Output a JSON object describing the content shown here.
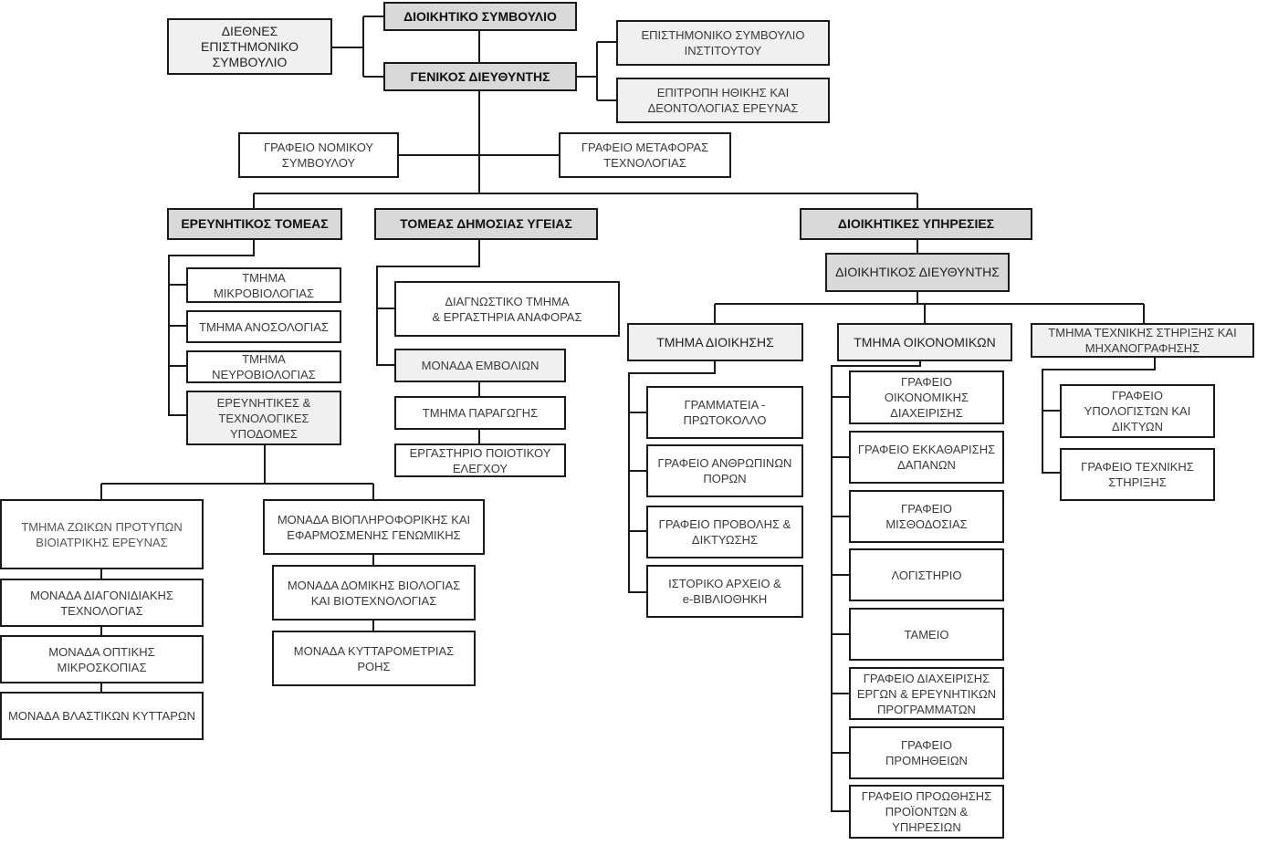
{
  "chart_title": "",
  "nodes": {
    "board": "ΔΙΟΙΚΗΤΙΚΟ ΣΥΜΒΟΥΛΙΟ",
    "intl_council": "ΔΙΕΘΝΕΣ ΕΠΙΣΤΗΜΟΝΙΚΟ\nΣΥΜΒΟΥΛΙΟ",
    "general_director": "ΓΕΝΙΚΟΣ ΔΙΕΥΘΥΝΤΗΣ",
    "scientific_council": "ΕΠΙΣΤΗΜΟΝΙΚΟ ΣΥΜΒΟΥΛΙΟ\nΙΝΣΤΙΤΟΥΤΟΥ",
    "ethics_committee": "ΕΠΙΤΡΟΠΗ ΗΘΙΚΗΣ ΚΑΙ\nΔΕΟΝΤΟΛΟΓΙΑΣ ΕΡΕΥΝΑΣ",
    "legal_office": "ΓΡΑΦΕΙΟ ΝΟΜΙΚΟΥ\nΣΥΜΒΟΥΛΟΥ",
    "tech_transfer": "ΓΡΑΦΕΙΟ ΜΕΤΑΦΟΡΑΣ\nΤΕΧΝΟΛΟΓΙΑΣ",
    "research_sector": "ΕΡΕΥΝΗΤΙΚΟΣ ΤΟΜΕΑΣ",
    "public_health_sector": "ΤΟΜΕΑΣ ΔΗΜΟΣΙΑΣ ΥΓΕΙΑΣ",
    "admin_services": "ΔΙΟΙΚΗΤΙΚΕΣ ΥΠΗΡΕΣΙΕΣ",
    "admin_director": "ΔΙΟΙΚΗΤΙΚΟΣ ΔΙΕΥΘΥΝΤΗΣ"
  },
  "research_sector_children": [
    "ΤΜΗΜΑ\nΜΙΚΡΟΒΙΟΛΟΓΙΑΣ",
    "ΤΜΗΜΑ ΑΝΟΣΟΛΟΓΙΑΣ",
    "ΤΜΗΜΑ\nΝΕΥΡΟΒΙΟΛΟΓΙΑΣ",
    "ΕΡΕΥΝΗΤΙΚΕΣ &\nΤΕΧΝΟΛΟΓΙΚΕΣ\nΥΠΟΔΟΜΕΣ"
  ],
  "infrastructure_left": [
    "ΤΜΗΜΑ ΖΩΙΚΩΝ ΠΡΟΤΥΠΩΝ\nΒΙΟΙΑΤΡΙΚΗΣ ΕΡΕΥΝΑΣ",
    "ΜΟΝΑΔΑ ΔΙΑΓΟΝΙΔΙΑΚΗΣ\nΤΕΧΝΟΛΟΓΙΑΣ",
    "ΜΟΝΑΔΑ ΟΠΤΙΚΗΣ\nΜΙΚΡΟΣΚΟΠΙΑΣ",
    "ΜΟΝΑΔΑ ΒΛΑΣΤΙΚΩΝ ΚΥΤΤΑΡΩΝ"
  ],
  "infrastructure_right": [
    "ΜΟΝΑΔΑ ΒΙΟΠΛΗΡΟΦΟΡΙΚΗΣ ΚΑΙ\nΕΦΑΡΜΟΣΜΕΝΗΣ ΓΕΝΩΜΙΚΗΣ",
    "ΜΟΝΑΔΑ ΔΟΜΙΚΗΣ ΒΙΟΛΟΓΙΑΣ\nΚΑΙ ΒΙΟΤΕΧΝΟΛΟΓΙΑΣ",
    "ΜΟΝΑΔΑ ΚΥΤΤΑΡΟΜΕΤΡΙΑΣ\nΡΟΗΣ"
  ],
  "public_health_children": [
    "ΔΙΑΓΝΩΣΤΙΚΟ ΤΜΗΜΑ\n& ΕΡΓΑΣΤΗΡΙΑ ΑΝΑΦΟΡΑΣ",
    "ΜΟΝΑΔΑ ΕΜΒΟΛΙΩΝ"
  ],
  "vaccine_unit_children": [
    "ΤΜΗΜΑ ΠΑΡΑΓΩΓΗΣ",
    "ΕΡΓΑΣΤΗΡΙΟ ΠΟΙΟΤΙΚΟΥ\nΕΛΕΓΧΟΥ"
  ],
  "admin_departments": [
    {
      "name": "ΤΜΗΜΑ ΔΙΟΙΚΗΣΗΣ",
      "children": [
        "ΓΡΑΜΜΑΤΕΙΑ -\nΠΡΩΤΟΚΟΛΛΟ",
        "ΓΡΑΦΕΙΟ ΑΝΘΡΩΠΙΝΩΝ\nΠΟΡΩΝ",
        "ΓΡΑΦΕΙΟ ΠΡΟΒΟΛΗΣ &\nΔΙΚΤΥΩΣΗΣ",
        "ΙΣΤΟΡΙΚΟ ΑΡΧΕΙΟ &\ne-ΒΙΒΛΙΟΘΗΚΗ"
      ]
    },
    {
      "name": "ΤΜΗΜΑ ΟΙΚΟΝΟΜΙΚΩΝ",
      "children": [
        "ΓΡΑΦΕΙΟ\nΟΙΚΟΝΟΜΙΚΗΣ\nΔΙΑΧΕΙΡΙΣΗΣ",
        "ΓΡΑΦΕΙΟ ΕΚΚΑΘΑΡΙΣΗΣ\nΔΑΠΑΝΩΝ",
        "ΓΡΑΦΕΙΟ\nΜΙΣΘΟΔΟΣΙΑΣ",
        "ΛΟΓΙΣΤΗΡΙΟ",
        "ΤΑΜΕΙΟ",
        "ΓΡΑΦΕΙΟ ΔΙΑΧΕΙΡΙΣΗΣ\nΕΡΓΩΝ & ΕΡΕΥΝΗΤΙΚΩΝ\nΠΡΟΓΡΑΜΜΑΤΩΝ",
        "ΓΡΑΦΕΙΟ\nΠΡΟΜΗΘΕΙΩΝ",
        "ΓΡΑΦΕΙΟ  ΠΡΟΩΘΗΣΗΣ\nΠΡΟΪΟΝΤΩΝ &\nΥΠΗΡΕΣΙΩΝ"
      ]
    },
    {
      "name": "ΤΜΗΜΑ ΤΕΧΝΙΚΗΣ ΣΤΗΡΙΞΗΣ ΚΑΙ\nΜΗΧΑΝΟΓΡΑΦΗΣΗΣ",
      "children": [
        "ΓΡΑΦΕΙΟ\nΥΠΟΛΟΓΙΣΤΩΝ ΚΑΙ\nΔΙΚΤΥΩΝ",
        "ΓΡΑΦΕΙΟ  ΤΕΧΝΙΚΗΣ\nΣΤΗΡΙΞΗΣ"
      ]
    }
  ],
  "colors": {
    "line": "#1a1a1a",
    "header_fill": "#d9d9d9",
    "sub_header_fill": "#f0f0f0",
    "box_fill": "#ffffff"
  }
}
